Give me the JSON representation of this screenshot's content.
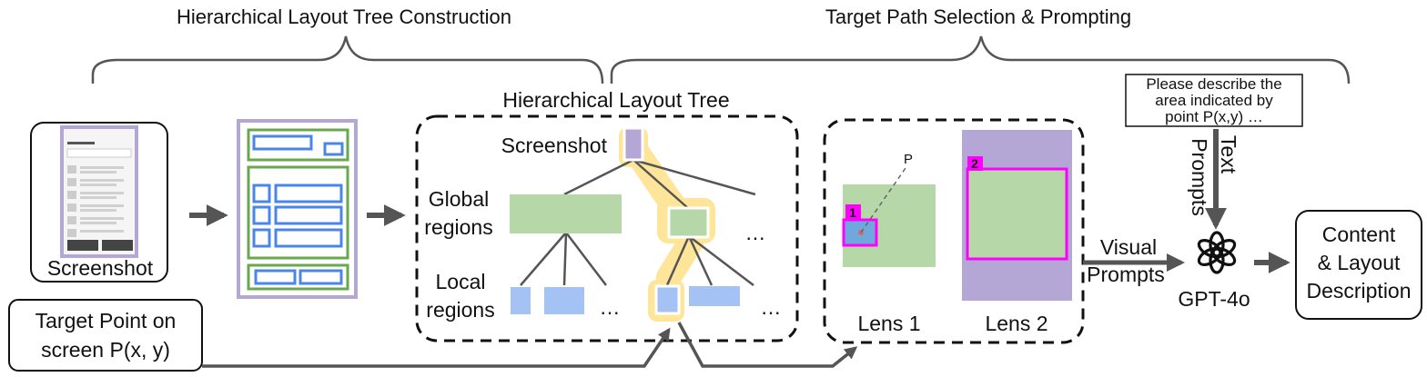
{
  "stages": {
    "left_title": "Hierarchical Layout Tree Construction",
    "right_title": "Target Path Selection & Prompting"
  },
  "screenshot_label": "Screenshot",
  "target_point": {
    "line1": "Target Point on",
    "line2": "screen P(x, y)"
  },
  "tree": {
    "title": "Hierarchical Layout Tree",
    "root_label": "Screenshot",
    "global_label_1": "Global",
    "global_label_2": "regions",
    "local_label_1": "Local",
    "local_label_2": "regions",
    "ellipsis": "…"
  },
  "lens": {
    "point_label": "P",
    "lens1_number": "1",
    "lens2_number": "2",
    "lens1_label": "Lens 1",
    "lens2_label": "Lens 2"
  },
  "prompt_box": {
    "line1": "Please describe the",
    "line2": "area indicated by",
    "line3": "point P(x,y) …"
  },
  "text_prompts": {
    "line1": "Text",
    "line2": "Prompts"
  },
  "visual_prompts": {
    "line1": "Visual",
    "line2": "Prompts"
  },
  "model": {
    "label": "GPT-4o",
    "icon": "openai-logo-icon"
  },
  "output": {
    "line1": "Content",
    "line2": "& Layout",
    "line3": "Description"
  },
  "colors": {
    "green": "#b6d7a8",
    "green_border": "#6aa84f",
    "blue": "#a4c2f4",
    "blue_border": "#4a86e8",
    "purple": "#b4a7d6",
    "highlight": "#ffe599",
    "magenta": "#ff00ff",
    "arrow": "#555555"
  }
}
